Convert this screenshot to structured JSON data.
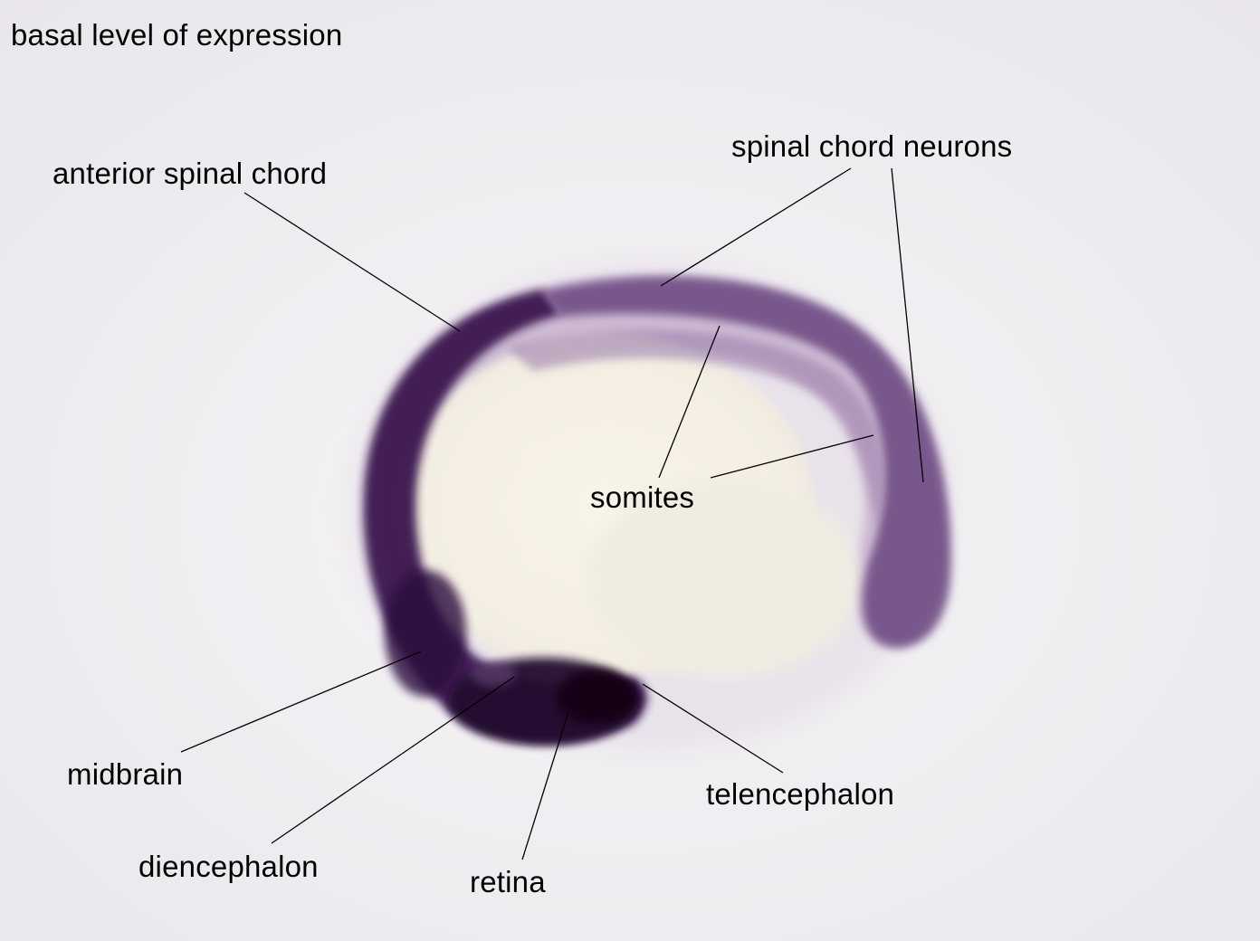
{
  "image": {
    "description_title": "basal level of expression",
    "colors": {
      "background": "#f1eff3",
      "stain": "#3b1650",
      "yolk": "#f6f1e4",
      "leader_line": "#000000"
    }
  },
  "labels": {
    "title": "basal level of expression",
    "anterior_spinal_chord": "anterior spinal chord",
    "spinal_chord_neurons": "spinal chord neurons",
    "somites": "somites",
    "midbrain": "midbrain",
    "diencephalon": "diencephalon",
    "retina": "retina",
    "telencephalon": "telencephalon"
  }
}
